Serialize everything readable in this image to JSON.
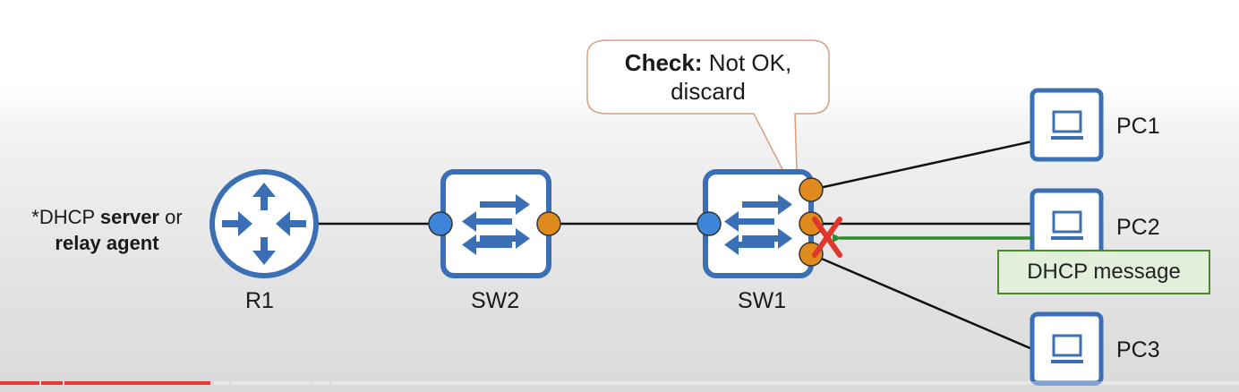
{
  "devices": {
    "r1": {
      "label": "R1"
    },
    "sw2": {
      "label": "SW2"
    },
    "sw1": {
      "label": "SW1"
    },
    "pc1": {
      "label": "PC1"
    },
    "pc2": {
      "label": "PC2"
    },
    "pc3": {
      "label": "PC3"
    }
  },
  "note": {
    "prefix": "*DHCP ",
    "bold1": "server",
    "mid": " or",
    "bold2": "relay agent"
  },
  "callout": {
    "bold": "Check:",
    "text1": " Not OK,",
    "text2": "discard"
  },
  "message": {
    "label": "DHCP message"
  },
  "colors": {
    "device_blue": "#3a6fb5",
    "trusted_port": "#3d85d9",
    "untrusted_port": "#e08a1e",
    "reject_x": "#e0362c",
    "message_arrow": "#2e8b2e",
    "callout_border": "#d5a080"
  },
  "video": {
    "progress_fraction": 0.17
  }
}
